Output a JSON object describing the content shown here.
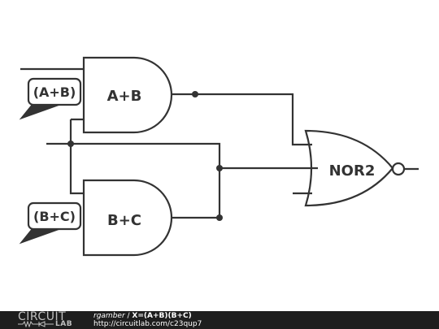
{
  "gates": {
    "and1_label": "A+B",
    "and2_label": "B+C",
    "nor_label": "NOR2"
  },
  "tags": {
    "tag1": "(A+B)",
    "tag2": "(B+C)"
  },
  "footer": {
    "logo_top": "CIRCUIT",
    "logo_bottom": "LAB",
    "author": "rgamber",
    "separator": " / ",
    "title": "X=(A+B)(B+C)",
    "url": "http://circuitlab.com/c23qup7"
  },
  "colors": {
    "wire": "#333333",
    "footer_bg": "#1e1e1e"
  }
}
